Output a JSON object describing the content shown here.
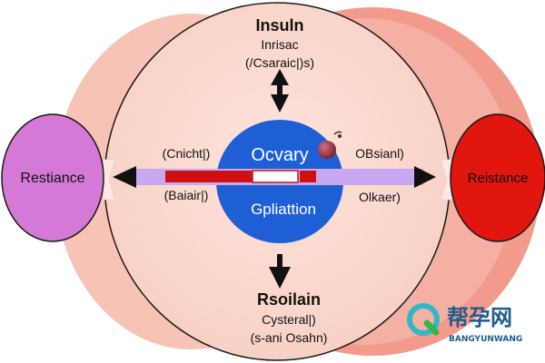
{
  "diagram": {
    "top": {
      "title": "Insuln",
      "line1": "Inrisac",
      "line2": "(/Csaraic|)s)"
    },
    "center": {
      "upper": "Ocvary",
      "lower": "Gpliattion"
    },
    "left_node": {
      "label": "Restiance",
      "arrow_top": "(Cnicht|)",
      "arrow_bottom": "(Baiair|)"
    },
    "right_node": {
      "label": "Reistance",
      "arrow_top": "OBsianl)",
      "arrow_bottom": "Olkaer)"
    },
    "bottom": {
      "title": "Rsoilain",
      "line1": "Cysteral|)",
      "line2": "(s-ani Osahn)"
    }
  },
  "watermark": {
    "cn": "帮孕网",
    "en": "BANGYUNWANG"
  },
  "colors": {
    "big_circle": "#fadad0",
    "right_crescent": "#f29a8c",
    "left_crescent": "#f6c3b6",
    "center_circle": "#1f5fd6",
    "left_node": "#d47ad6",
    "right_node": "#e0160f",
    "red_bar": "#d01010",
    "purple_bar": "#c9a8f2",
    "dot": "#a83a4a"
  }
}
